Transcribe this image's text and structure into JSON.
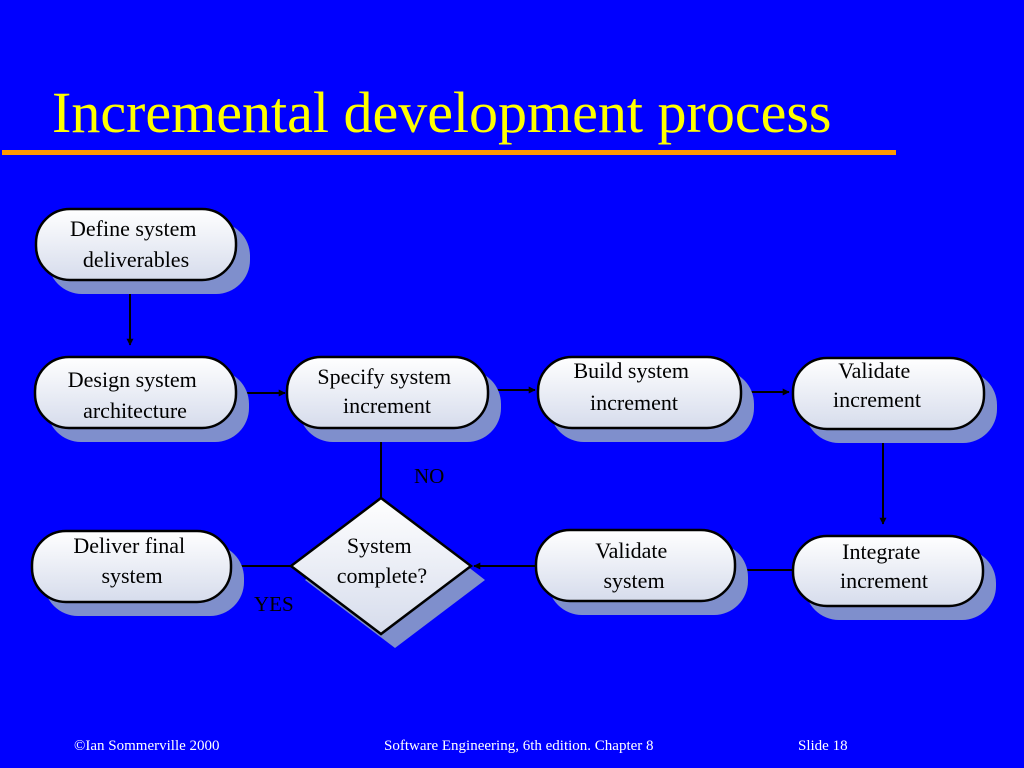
{
  "slide": {
    "title": "Incremental development process",
    "footer": {
      "copyright": "©Ian Sommerville 2000",
      "book": "Software Engineering, 6th edition. Chapter 8",
      "slide_number": "Slide  18"
    }
  },
  "diagram": {
    "nodes": {
      "define": [
        "Define system",
        "deliverables"
      ],
      "design": [
        "Design system",
        "architecture"
      ],
      "specify": [
        "Specify system",
        "increment"
      ],
      "build": [
        "Build system",
        "increment"
      ],
      "validate_inc": [
        "Validate",
        "increment"
      ],
      "integrate": [
        "Integrate",
        "increment"
      ],
      "validate_sys": [
        "Validate",
        "system"
      ],
      "decision": [
        "System",
        "complete?"
      ],
      "deliver": [
        "Deliver final",
        "system"
      ]
    },
    "edge_labels": {
      "no": "NO",
      "yes": "YES"
    },
    "colors": {
      "background": "#0000ff",
      "title": "#ffff00",
      "rule": "#ff9900",
      "node_fill_top": "#ffffff",
      "node_fill_bottom": "#d6dcec",
      "shadow": "#7f8fcc"
    }
  }
}
